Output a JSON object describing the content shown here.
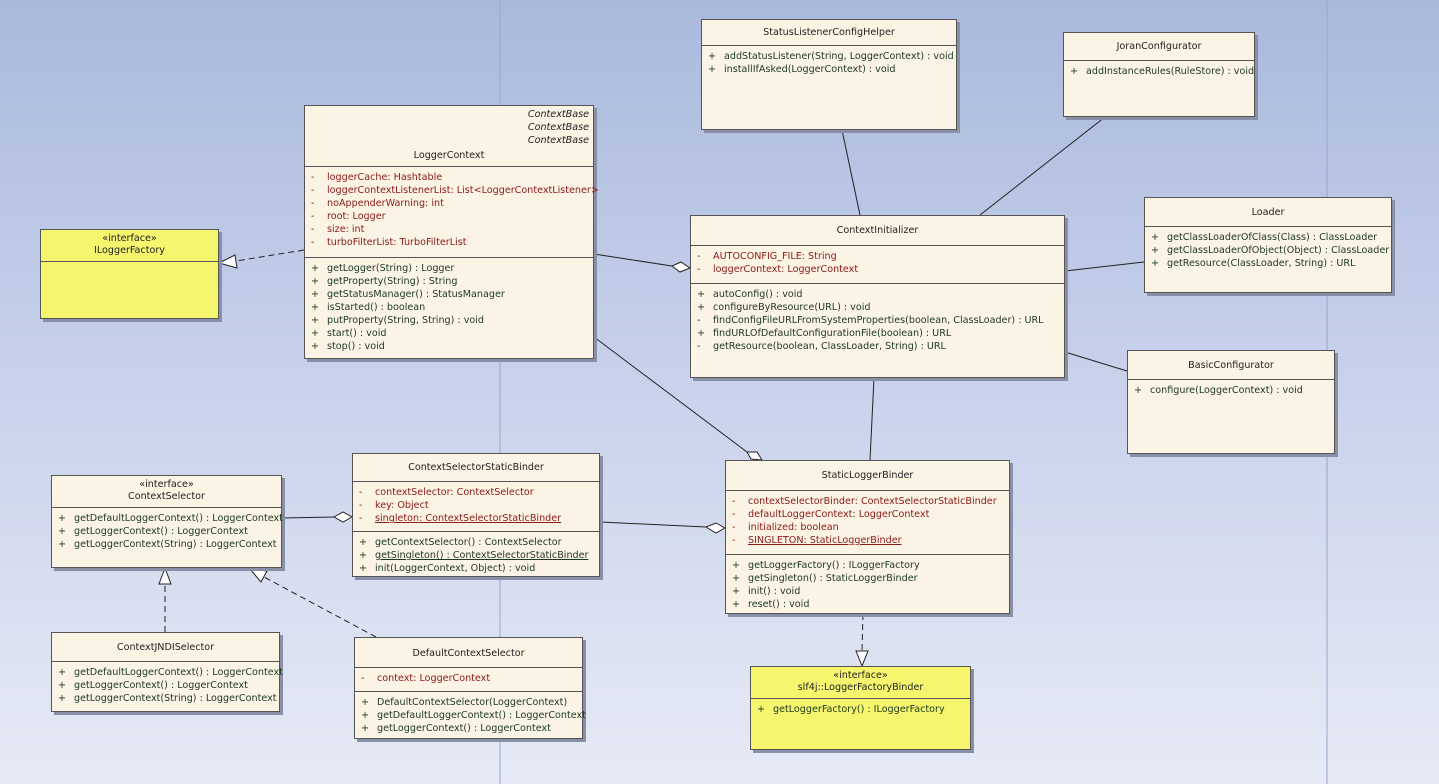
{
  "classes": {
    "iloggerfactory": {
      "stereotype": "«interface»",
      "name": "ILoggerFactory"
    },
    "loggercontext": {
      "bases": [
        "ContextBase",
        "ContextBase",
        "ContextBase"
      ],
      "name": "LoggerContext",
      "attributes": [
        {
          "vis": "-",
          "text": "loggerCache:  Hashtable"
        },
        {
          "vis": "-",
          "text": "loggerContextListenerList:  List<LoggerContextListener>"
        },
        {
          "vis": "-",
          "text": "noAppenderWarning:  int"
        },
        {
          "vis": "-",
          "text": "root:  Logger"
        },
        {
          "vis": "-",
          "text": "size:  int"
        },
        {
          "vis": "-",
          "text": "turboFilterList:  TurboFilterList"
        }
      ],
      "methods": [
        {
          "vis": "+",
          "text": "getLogger(String) : Logger"
        },
        {
          "vis": "+",
          "text": "getProperty(String) : String"
        },
        {
          "vis": "+",
          "text": "getStatusManager() : StatusManager"
        },
        {
          "vis": "+",
          "text": "isStarted() : boolean"
        },
        {
          "vis": "+",
          "text": "putProperty(String, String) : void"
        },
        {
          "vis": "+",
          "text": "start() : void"
        },
        {
          "vis": "+",
          "text": "stop() : void"
        }
      ]
    },
    "statuslistener": {
      "name": "StatusListenerConfigHelper",
      "methods": [
        {
          "vis": "+",
          "text": "addStatusListener(String, LoggerContext) : void"
        },
        {
          "vis": "+",
          "text": "installIfAsked(LoggerContext) : void"
        }
      ]
    },
    "joran": {
      "name": "JoranConfigurator",
      "methods": [
        {
          "vis": "+",
          "text": "addInstanceRules(RuleStore) : void"
        }
      ]
    },
    "contextinitializer": {
      "name": "ContextInitializer",
      "attributes": [
        {
          "vis": "-",
          "text": "AUTOCONFIG_FILE:  String"
        },
        {
          "vis": "-",
          "text": "loggerContext:  LoggerContext"
        }
      ],
      "methods": [
        {
          "vis": "+",
          "text": "autoConfig() : void"
        },
        {
          "vis": "+",
          "text": "configureByResource(URL) : void"
        },
        {
          "vis": "-",
          "text": "findConfigFileURLFromSystemProperties(boolean, ClassLoader) : URL"
        },
        {
          "vis": "+",
          "text": "findURLOfDefaultConfigurationFile(boolean) : URL"
        },
        {
          "vis": "-",
          "text": "getResource(boolean, ClassLoader, String) : URL"
        }
      ]
    },
    "loader": {
      "name": "Loader",
      "methods": [
        {
          "vis": "+",
          "text": "getClassLoaderOfClass(Class) : ClassLoader"
        },
        {
          "vis": "+",
          "text": "getClassLoaderOfObject(Object) : ClassLoader"
        },
        {
          "vis": "+",
          "text": "getResource(ClassLoader, String) : URL"
        }
      ]
    },
    "basicconfigurator": {
      "name": "BasicConfigurator",
      "methods": [
        {
          "vis": "+",
          "text": "configure(LoggerContext) : void"
        }
      ]
    },
    "contextselector": {
      "stereotype": "«interface»",
      "name": "ContextSelector",
      "methods": [
        {
          "vis": "+",
          "text": "getDefaultLoggerContext() : LoggerContext"
        },
        {
          "vis": "+",
          "text": "getLoggerContext() : LoggerContext"
        },
        {
          "vis": "+",
          "text": "getLoggerContext(String) : LoggerContext"
        }
      ]
    },
    "csstaticbinder": {
      "name": "ContextSelectorStaticBinder",
      "attributes": [
        {
          "vis": "-",
          "text": "contextSelector:  ContextSelector"
        },
        {
          "vis": "-",
          "text": "key:  Object"
        },
        {
          "vis": "-",
          "text": "singleton:  ContextSelectorStaticBinder",
          "static": true
        }
      ],
      "methods": [
        {
          "vis": "+",
          "text": "getContextSelector() : ContextSelector"
        },
        {
          "vis": "+",
          "text": "getSingleton() : ContextSelectorStaticBinder",
          "static": true
        },
        {
          "vis": "+",
          "text": "init(LoggerContext, Object) : void"
        }
      ]
    },
    "staticloggerbinder": {
      "name": "StaticLoggerBinder",
      "attributes": [
        {
          "vis": "-",
          "text": "contextSelectorBinder:  ContextSelectorStaticBinder"
        },
        {
          "vis": "-",
          "text": "defaultLoggerContext:  LoggerContext"
        },
        {
          "vis": "-",
          "text": "initialized:  boolean"
        },
        {
          "vis": "-",
          "text": "SINGLETON:  StaticLoggerBinder",
          "static": true
        }
      ],
      "methods": [
        {
          "vis": "+",
          "text": "getLoggerFactory() : ILoggerFactory"
        },
        {
          "vis": "+",
          "text": "getSingleton() : StaticLoggerBinder"
        },
        {
          "vis": "+",
          "text": "init() : void"
        },
        {
          "vis": "+",
          "text": "reset() : void"
        }
      ]
    },
    "jndiselector": {
      "name": "ContextJNDISelector",
      "methods": [
        {
          "vis": "+",
          "text": "getDefaultLoggerContext() : LoggerContext"
        },
        {
          "vis": "+",
          "text": "getLoggerContext() : LoggerContext"
        },
        {
          "vis": "+",
          "text": "getLoggerContext(String) : LoggerContext"
        }
      ]
    },
    "defaultselector": {
      "name": "DefaultContextSelector",
      "attributes": [
        {
          "vis": "-",
          "text": "context:  LoggerContext"
        }
      ],
      "methods": [
        {
          "vis": "+",
          "text": "DefaultContextSelector(LoggerContext)"
        },
        {
          "vis": "+",
          "text": "getDefaultLoggerContext() : LoggerContext"
        },
        {
          "vis": "+",
          "text": "getLoggerContext() : LoggerContext"
        }
      ]
    },
    "loggerfactorybinder": {
      "stereotype": "«interface»",
      "name": "slf4j::LoggerFactoryBinder",
      "methods": [
        {
          "vis": "+",
          "text": "getLoggerFactory() : ILoggerFactory"
        }
      ]
    }
  },
  "colors": {
    "class_fill": "#fbf3e4",
    "interface_fill": "#f6f66e",
    "attribute_text": "#8b1a1a",
    "method_text": "#1b3a1b",
    "border": "#555555"
  }
}
